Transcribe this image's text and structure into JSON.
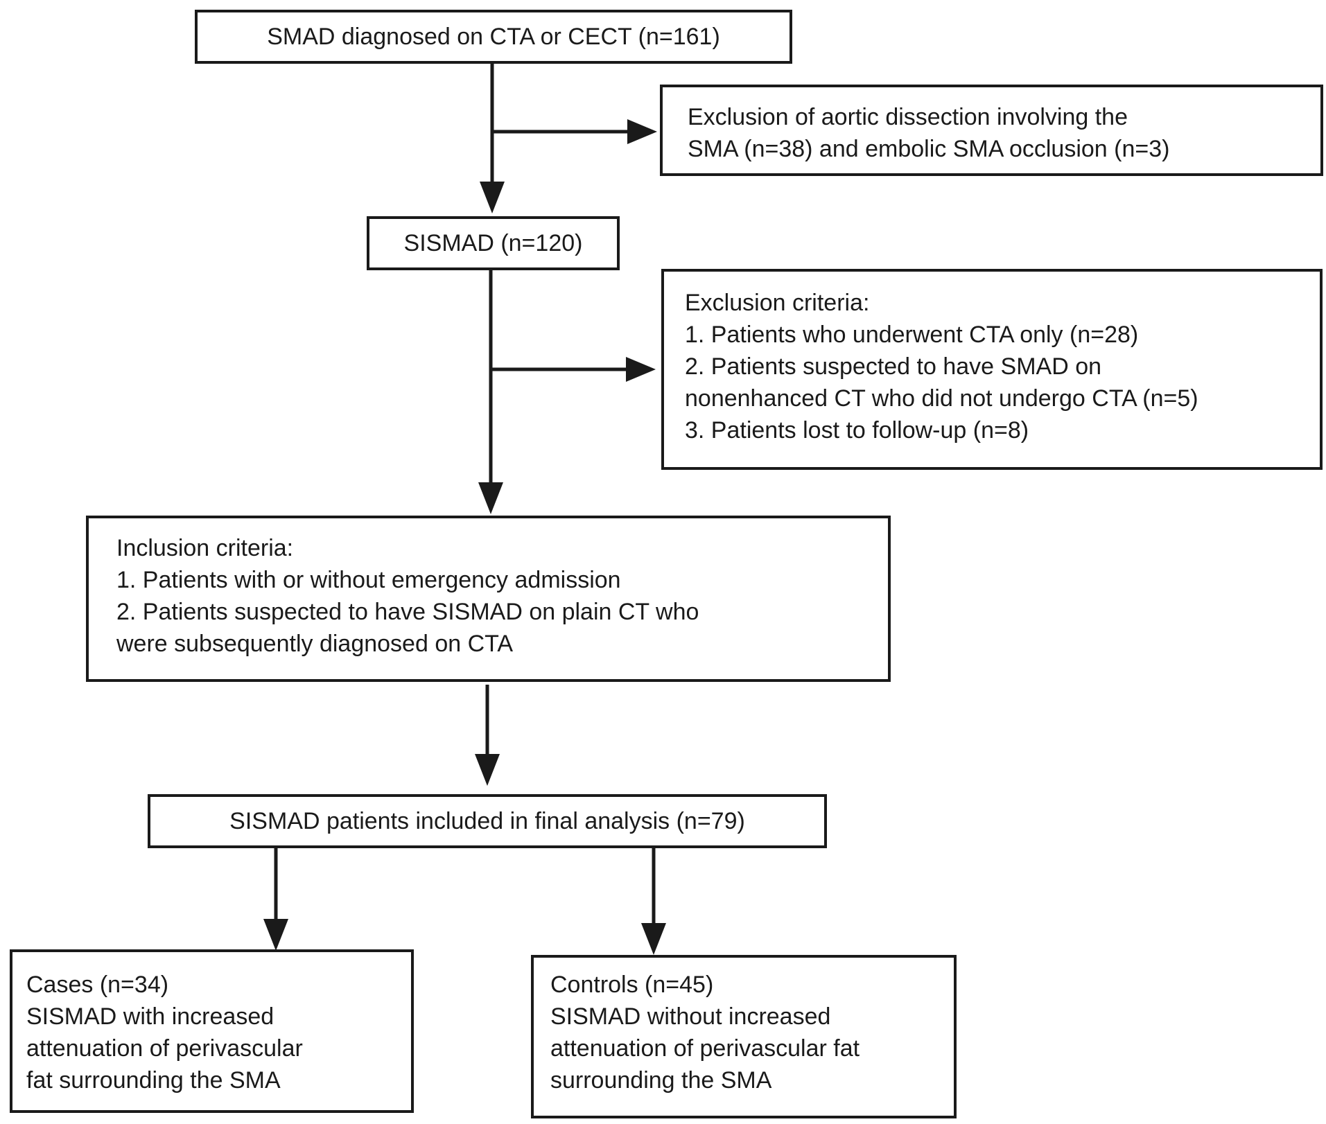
{
  "flowchart": {
    "top": "SMAD diagnosed on CTA or CECT (n=161)",
    "exclusion1": [
      "Exclusion of aortic dissection involving the",
      "SMA (n=38) and embolic SMA occlusion (n=3)"
    ],
    "sismad": "SISMAD (n=120)",
    "exclusion2": {
      "title": "Exclusion criteria:",
      "lines": [
        "1.  Patients who underwent CTA only (n=28)",
        "2.  Patients suspected to have SMAD on",
        "nonenhanced CT who did not undergo CTA (n=5)",
        "3.  Patients lost to follow-up (n=8)"
      ]
    },
    "inclusion": {
      "title": "Inclusion criteria:",
      "lines": [
        "1.  Patients with or without emergency admission",
        "2.  Patients suspected to have SISMAD on plain CT who",
        "were subsequently diagnosed on CTA"
      ]
    },
    "final": "SISMAD patients included in final analysis (n=79)",
    "cases": [
      "Cases (n=34)",
      "SISMAD with increased",
      "attenuation of perivascular",
      "fat surrounding the SMA"
    ],
    "controls": [
      "Controls (n=45)",
      "SISMAD without increased",
      "attenuation of perivascular fat",
      "surrounding the SMA"
    ]
  }
}
